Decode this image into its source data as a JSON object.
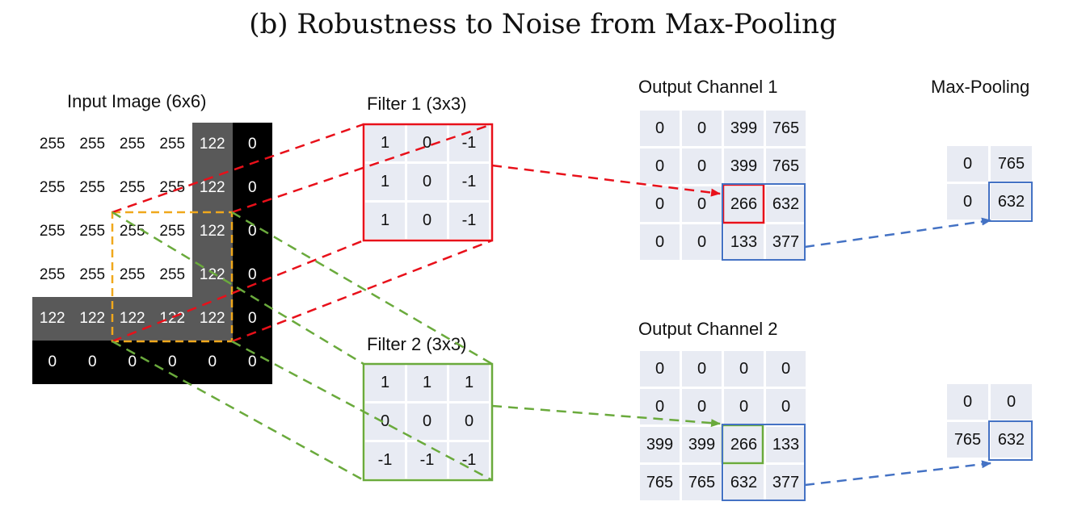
{
  "title": "(b) Robustness to Noise from Max-Pooling",
  "input": {
    "label": "Input Image (6x6)",
    "rows": [
      [
        "255",
        "255",
        "255",
        "255",
        "122",
        "0"
      ],
      [
        "255",
        "255",
        "255",
        "255",
        "122",
        "0"
      ],
      [
        "255",
        "255",
        "255",
        "255",
        "122",
        "0"
      ],
      [
        "255",
        "255",
        "255",
        "255",
        "122",
        "0"
      ],
      [
        "122",
        "122",
        "122",
        "122",
        "122",
        "0"
      ],
      [
        "0",
        "0",
        "0",
        "0",
        "0",
        "0"
      ]
    ]
  },
  "filter1": {
    "label": "Filter 1 (3x3)",
    "rows": [
      [
        "1",
        "0",
        "-1"
      ],
      [
        "1",
        "0",
        "-1"
      ],
      [
        "1",
        "0",
        "-1"
      ]
    ]
  },
  "filter2": {
    "label": "Filter 2 (3x3)",
    "rows": [
      [
        "1",
        "1",
        "1"
      ],
      [
        "0",
        "0",
        "0"
      ],
      [
        "-1",
        "-1",
        "-1"
      ]
    ]
  },
  "output1": {
    "label": "Output Channel 1",
    "rows": [
      [
        "0",
        "0",
        "399",
        "765"
      ],
      [
        "0",
        "0",
        "399",
        "765"
      ],
      [
        "0",
        "0",
        "266",
        "632"
      ],
      [
        "0",
        "0",
        "133",
        "377"
      ]
    ]
  },
  "output2": {
    "label": "Output Channel 2",
    "rows": [
      [
        "0",
        "0",
        "0",
        "0"
      ],
      [
        "0",
        "0",
        "0",
        "0"
      ],
      [
        "399",
        "399",
        "266",
        "133"
      ],
      [
        "765",
        "765",
        "632",
        "377"
      ]
    ]
  },
  "pool1": {
    "label": "Max-Pooling",
    "rows": [
      [
        "0",
        "765"
      ],
      [
        "0",
        "632"
      ]
    ]
  },
  "pool2": {
    "rows": [
      [
        "0",
        "0"
      ],
      [
        "765",
        "632"
      ]
    ]
  },
  "colors": {
    "red": "#e8101a",
    "green": "#6aaa3c",
    "blue": "#4472c4",
    "orange": "#f0a81c",
    "cell_bg": "#e8ebf3",
    "pixel_white": "#ffffff",
    "pixel_gray": "#595959",
    "pixel_black": "#000000"
  }
}
